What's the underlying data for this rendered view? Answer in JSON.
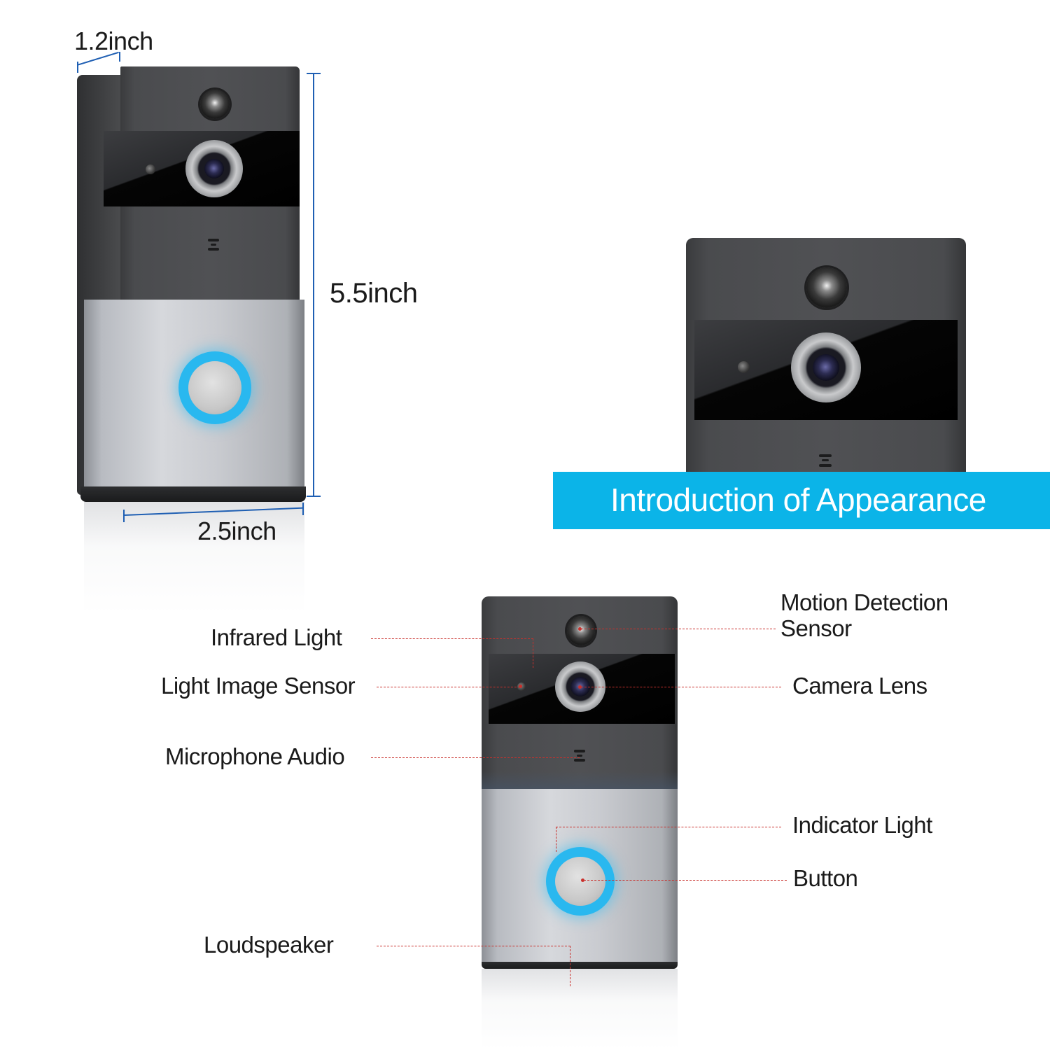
{
  "dimensions": {
    "depth": "1.2inch",
    "height": "5.5inch",
    "width": "2.5inch",
    "line_color": "#1f5fb3"
  },
  "banner": {
    "title": "Introduction of Appearance",
    "color": "#0bb4e8",
    "text_color": "#ffffff"
  },
  "callouts": {
    "left": [
      {
        "label": "Infrared Light"
      },
      {
        "label": "Light Image Sensor"
      },
      {
        "label": "Microphone Audio"
      },
      {
        "label": "Loudspeaker"
      }
    ],
    "right": [
      {
        "label_line1": "Motion Detection",
        "label_line2": "Sensor"
      },
      {
        "label": "Camera Lens"
      },
      {
        "label": "Indicator Light"
      },
      {
        "label": "Button"
      }
    ],
    "line_color": "#c9302c"
  },
  "device": {
    "indicator_ring_color": "#29b8ef",
    "front_upper_color": "#4a4b4e",
    "front_lower_color": "#c9cbd0"
  }
}
